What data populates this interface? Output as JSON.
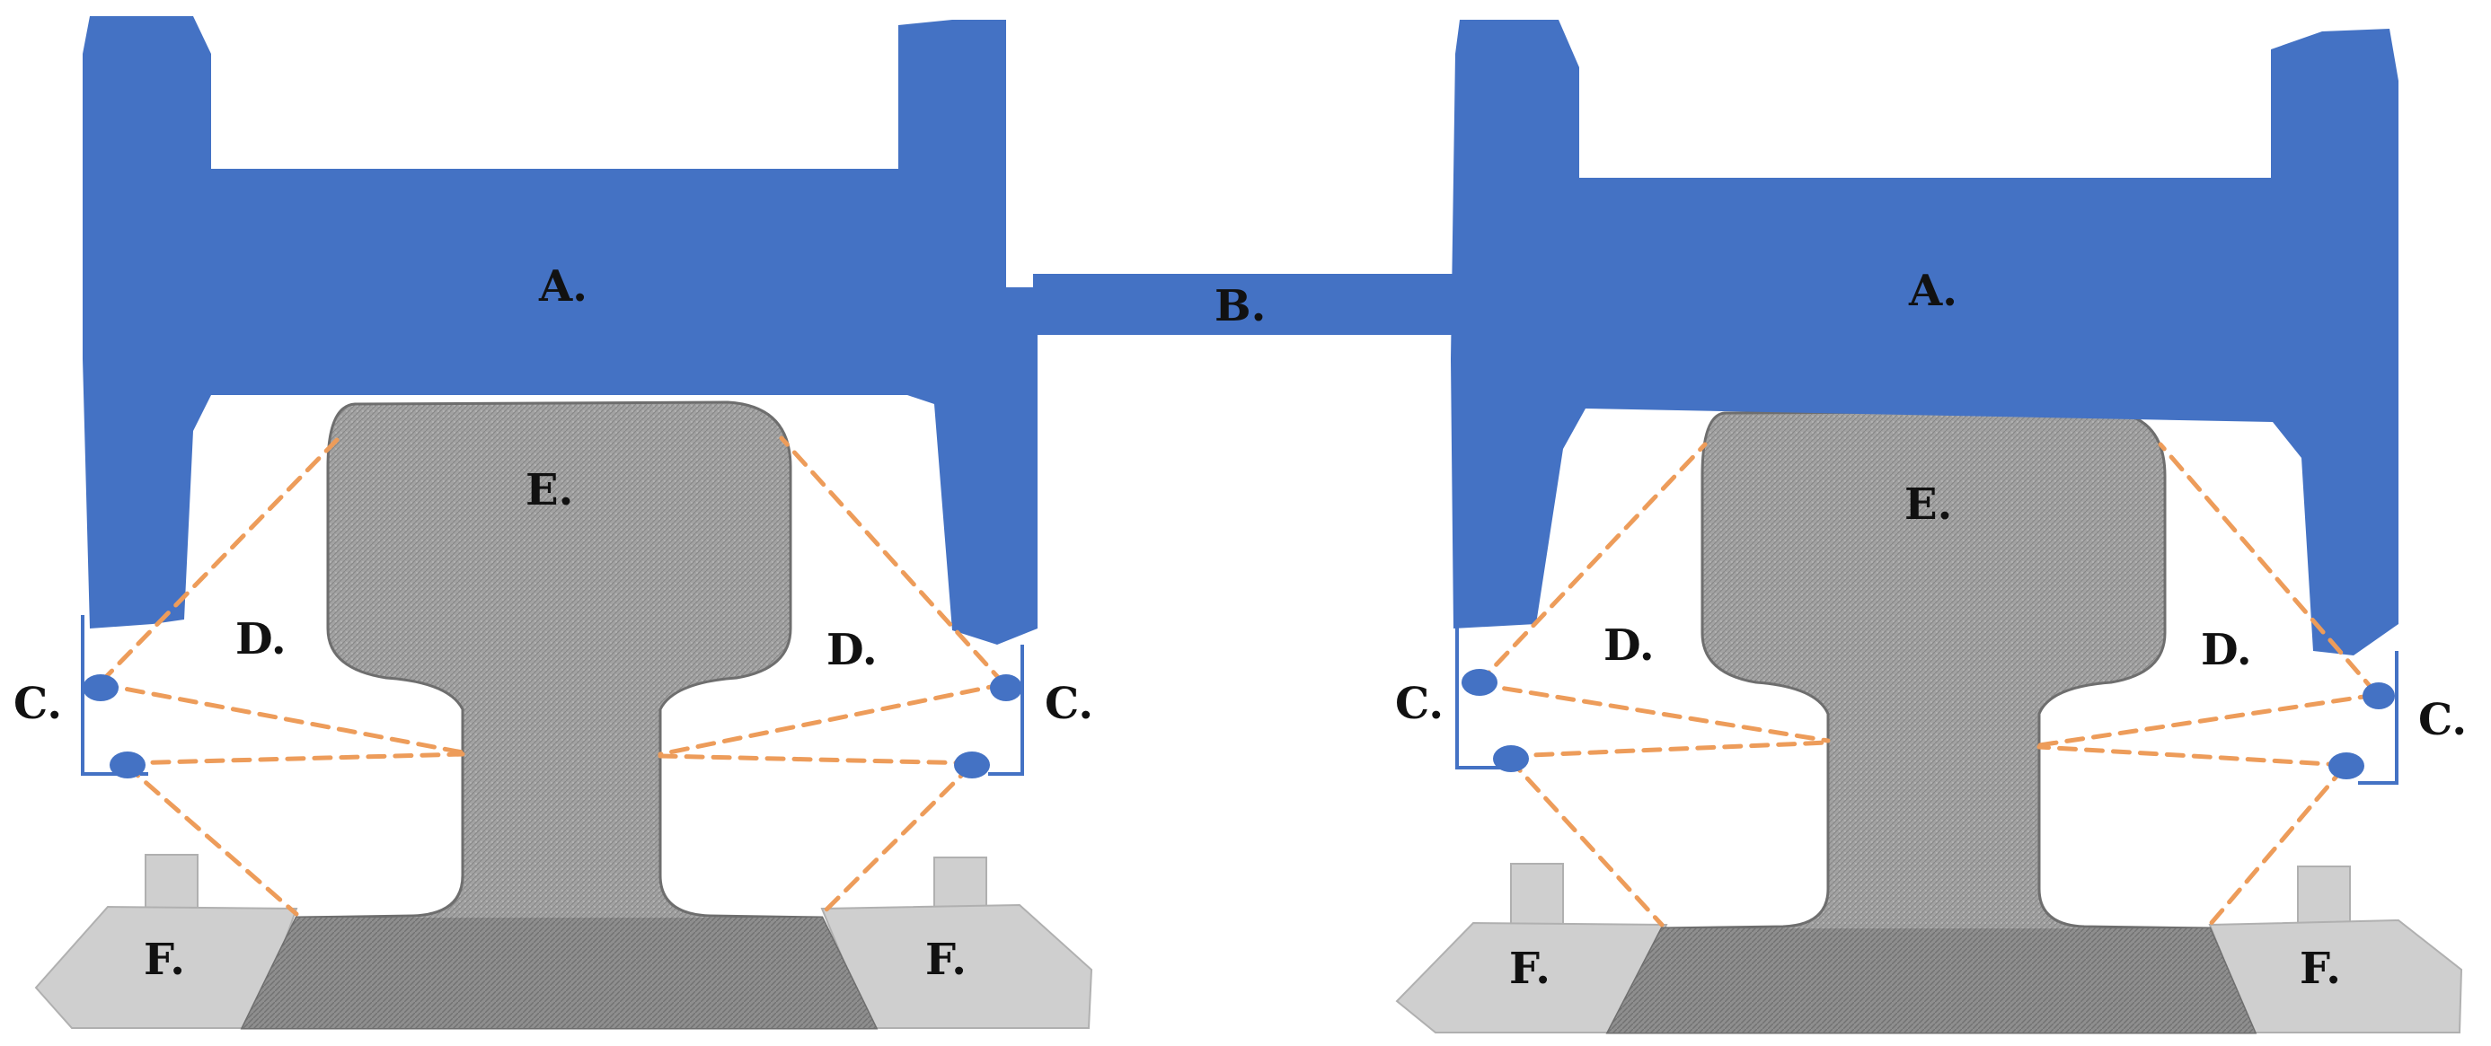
{
  "labels": {
    "carriage": "A.",
    "connector": "B.",
    "sensor": "C.",
    "sensor_beams": "D.",
    "rail": "E.",
    "rail_clip": "F."
  },
  "colors": {
    "carriage_blue": "#4472c4",
    "rail_gray": "#9b9b9b",
    "clip_gray": "#cfcfcf",
    "beam_orange": "#ed9c5a",
    "wire_blue": "#4472c4"
  }
}
